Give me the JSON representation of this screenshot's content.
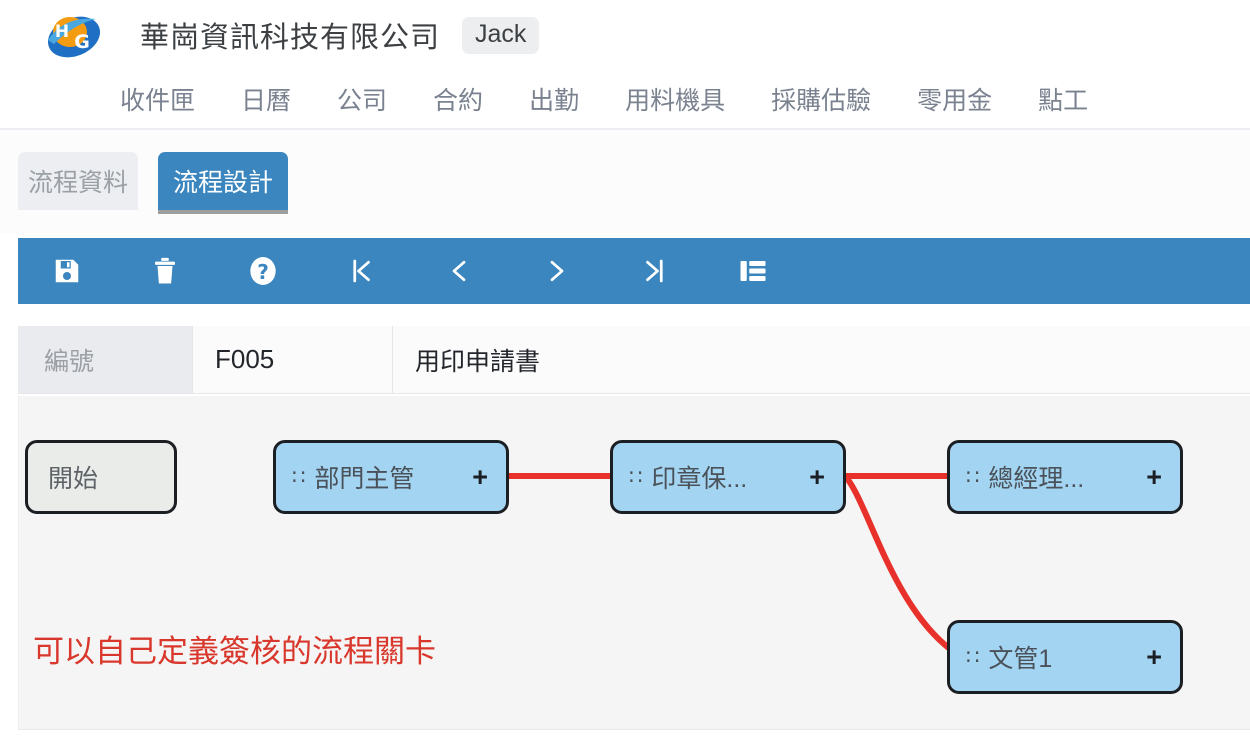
{
  "header": {
    "logo_icon": "hg-globe-logo",
    "company": "華崗資訊科技有限公司",
    "user": "Jack"
  },
  "nav": {
    "items": [
      {
        "label": "收件匣",
        "name": "inbox"
      },
      {
        "label": "日曆",
        "name": "calendar"
      },
      {
        "label": "公司",
        "name": "company"
      },
      {
        "label": "合約",
        "name": "contract"
      },
      {
        "label": "出勤",
        "name": "attendance"
      },
      {
        "label": "用料機具",
        "name": "materials-equipment"
      },
      {
        "label": "採購估驗",
        "name": "procurement-inspection"
      },
      {
        "label": "零用金",
        "name": "petty-cash"
      },
      {
        "label": "day-labor",
        "name": "day-labor"
      }
    ],
    "labels": [
      "收件匣",
      "日曆",
      "公司",
      "合約",
      "出勤",
      "用料機具",
      "採購估驗",
      "零用金",
      "點工"
    ]
  },
  "tabs": [
    {
      "label": "流程資料",
      "active": false
    },
    {
      "label": "流程設計",
      "active": true
    }
  ],
  "toolbar": {
    "accent_color": "#3b86be",
    "buttons": [
      {
        "icon": "save-icon",
        "label": "儲存"
      },
      {
        "icon": "trash-icon",
        "label": "刪除"
      },
      {
        "icon": "help-icon",
        "label": "說明"
      },
      {
        "icon": "first-page-icon",
        "label": "第一筆"
      },
      {
        "icon": "previous-page-icon",
        "label": "上一筆"
      },
      {
        "icon": "next-page-icon",
        "label": "下一筆"
      },
      {
        "icon": "last-page-icon",
        "label": "最後一筆"
      },
      {
        "icon": "list-view-icon",
        "label": "清單"
      }
    ]
  },
  "record": {
    "label": "編號",
    "code": "F005",
    "title": "用印申請書"
  },
  "flow": {
    "connector_color": "#e8312a",
    "node_fill": "#a3d5f2",
    "start_fill": "#e9ece8",
    "handle_glyph": "∷",
    "plus_glyph": "+",
    "nodes": [
      {
        "id": "start",
        "label": "開始",
        "type": "start"
      },
      {
        "id": "dept-manager",
        "label": "部門主管",
        "type": "task"
      },
      {
        "id": "seal-keeper",
        "label": "印章保...",
        "type": "task"
      },
      {
        "id": "general-manager",
        "label": "總經理...",
        "type": "task"
      },
      {
        "id": "doc-control-1",
        "label": "文管1",
        "type": "task"
      }
    ]
  },
  "annotation": {
    "text": "可以自己定義簽核的流程關卡",
    "color": "#d9372c"
  }
}
